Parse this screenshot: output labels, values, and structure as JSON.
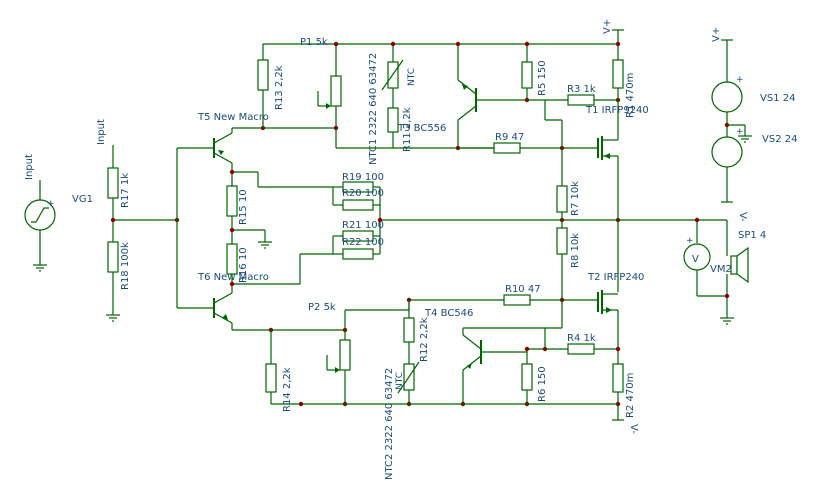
{
  "labels": {
    "input_src": "Input",
    "input_net": "Input",
    "vg1": "VG1",
    "r17": "R17 1k",
    "r18": "R18 100k",
    "t5": "T5 New Macro",
    "t6": "T6 New Macro",
    "r13": "R13 2,2k",
    "p1": "P1 5k",
    "ntc1": "NTC1 2322 640 63472",
    "ntc1_tag": "NTC",
    "r11": "R11 2,2k",
    "t3": "T3 BC556",
    "r5": "R5 150",
    "r3": "R3 1k",
    "r1": "R1 470m",
    "t1": "T1 IRFP9240",
    "r9": "R9 47",
    "r19": "R19 100",
    "r20": "R20 100",
    "r15": "R15 10",
    "r16": "R16 10",
    "r21": "R21 100",
    "r22": "R22 100",
    "r7": "R7 10k",
    "r8": "R8 10k",
    "vplus_top": "V+",
    "vminus_bot": "V-",
    "vs1": "VS1 24",
    "vs2": "VS2 24",
    "vs_plus": "V+",
    "vs_minus": "V-",
    "sp1": "SP1 4",
    "vm2": "VM2",
    "vm_sym": "V",
    "t2": "T2 IRFP240",
    "r10": "R10 47",
    "p2": "P2 5k",
    "r14": "R14 2,2k",
    "ntc2": "NTC2 2322 640 63472",
    "ntc2_tag": "NTC",
    "r12": "R12 2,2k",
    "t4": "T4 BC546",
    "r4": "R4 1k",
    "r6": "R6 150",
    "r2": "R2 470m"
  },
  "colors": {
    "wire": "#006400",
    "junction": "#8b0000",
    "label": "#1a4a7a"
  }
}
